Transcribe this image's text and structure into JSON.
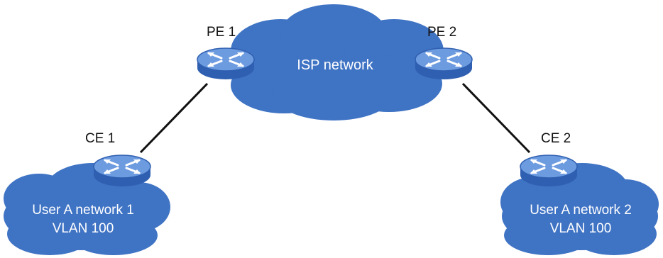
{
  "colors": {
    "cloud": "#3f73c4",
    "router_top": "#6d9be0",
    "router_side": "#2f5fb0",
    "link": "#111111",
    "label": "#111111",
    "cloud_text": "#ffffff"
  },
  "nodes": {
    "pe1": {
      "label": "PE 1",
      "icon": "router-icon"
    },
    "pe2": {
      "label": "PE 2",
      "icon": "router-icon"
    },
    "ce1": {
      "label": "CE 1",
      "icon": "router-icon"
    },
    "ce2": {
      "label": "CE 2",
      "icon": "router-icon"
    }
  },
  "clouds": {
    "isp": {
      "label": "ISP network"
    },
    "site1": {
      "line1": "User A network 1",
      "line2": "VLAN 100"
    },
    "site2": {
      "line1": "User A network 2",
      "line2": "VLAN 100"
    }
  },
  "links": [
    {
      "from": "CE 1",
      "to": "PE 1"
    },
    {
      "from": "PE 2",
      "to": "CE 2"
    }
  ]
}
